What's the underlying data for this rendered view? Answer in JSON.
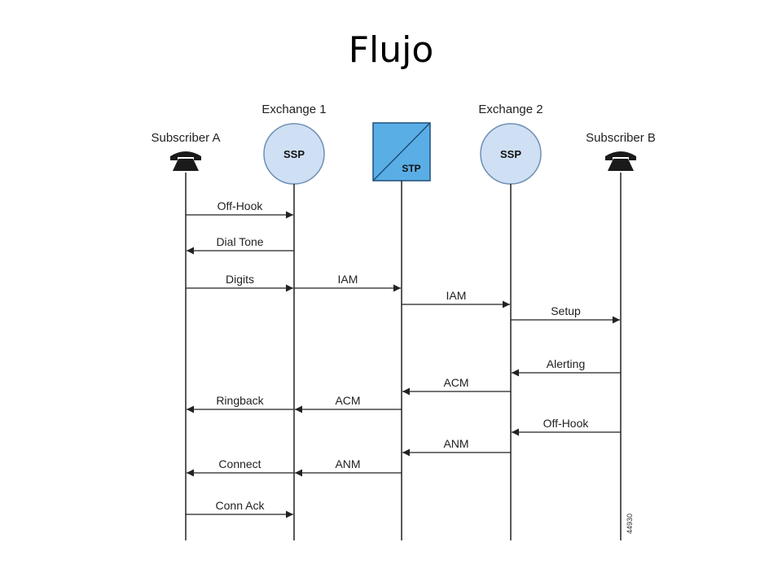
{
  "slide": {
    "title": "Flujo"
  },
  "colors": {
    "node_fill": "#cfe0f4",
    "node_stroke": "#6f8fb5",
    "stp_fill": "#5aaee6",
    "line": "#222222"
  },
  "participants": [
    {
      "id": "subA",
      "label": "Subscriber A",
      "icon": "telephone-icon"
    },
    {
      "id": "ex1",
      "label": "Exchange 1",
      "node_text": "SSP"
    },
    {
      "id": "stp",
      "label": "",
      "node_text": "STP"
    },
    {
      "id": "ex2",
      "label": "Exchange 2",
      "node_text": "SSP"
    },
    {
      "id": "subB",
      "label": "Subscriber B",
      "icon": "telephone-icon"
    }
  ],
  "messages": [
    {
      "from": "subA",
      "to": "ex1",
      "label": "Off-Hook"
    },
    {
      "from": "ex1",
      "to": "subA",
      "label": "Dial Tone"
    },
    {
      "from": "subA",
      "to": "ex1",
      "label": "Digits"
    },
    {
      "from": "ex1",
      "to": "stp",
      "label": "IAM"
    },
    {
      "from": "stp",
      "to": "ex2",
      "label": "IAM"
    },
    {
      "from": "ex2",
      "to": "subB",
      "label": "Setup"
    },
    {
      "from": "subB",
      "to": "ex2",
      "label": "Alerting"
    },
    {
      "from": "ex2",
      "to": "stp",
      "label": "ACM"
    },
    {
      "from": "stp",
      "to": "ex1",
      "label": "ACM"
    },
    {
      "from": "ex1",
      "to": "subA",
      "label": "Ringback"
    },
    {
      "from": "subB",
      "to": "ex2",
      "label": "Off-Hook"
    },
    {
      "from": "ex2",
      "to": "stp",
      "label": "ANM"
    },
    {
      "from": "stp",
      "to": "ex1",
      "label": "ANM"
    },
    {
      "from": "ex1",
      "to": "subA",
      "label": "Connect"
    },
    {
      "from": "subA",
      "to": "ex1",
      "label": "Conn Ack"
    }
  ],
  "figure_id": "44930"
}
